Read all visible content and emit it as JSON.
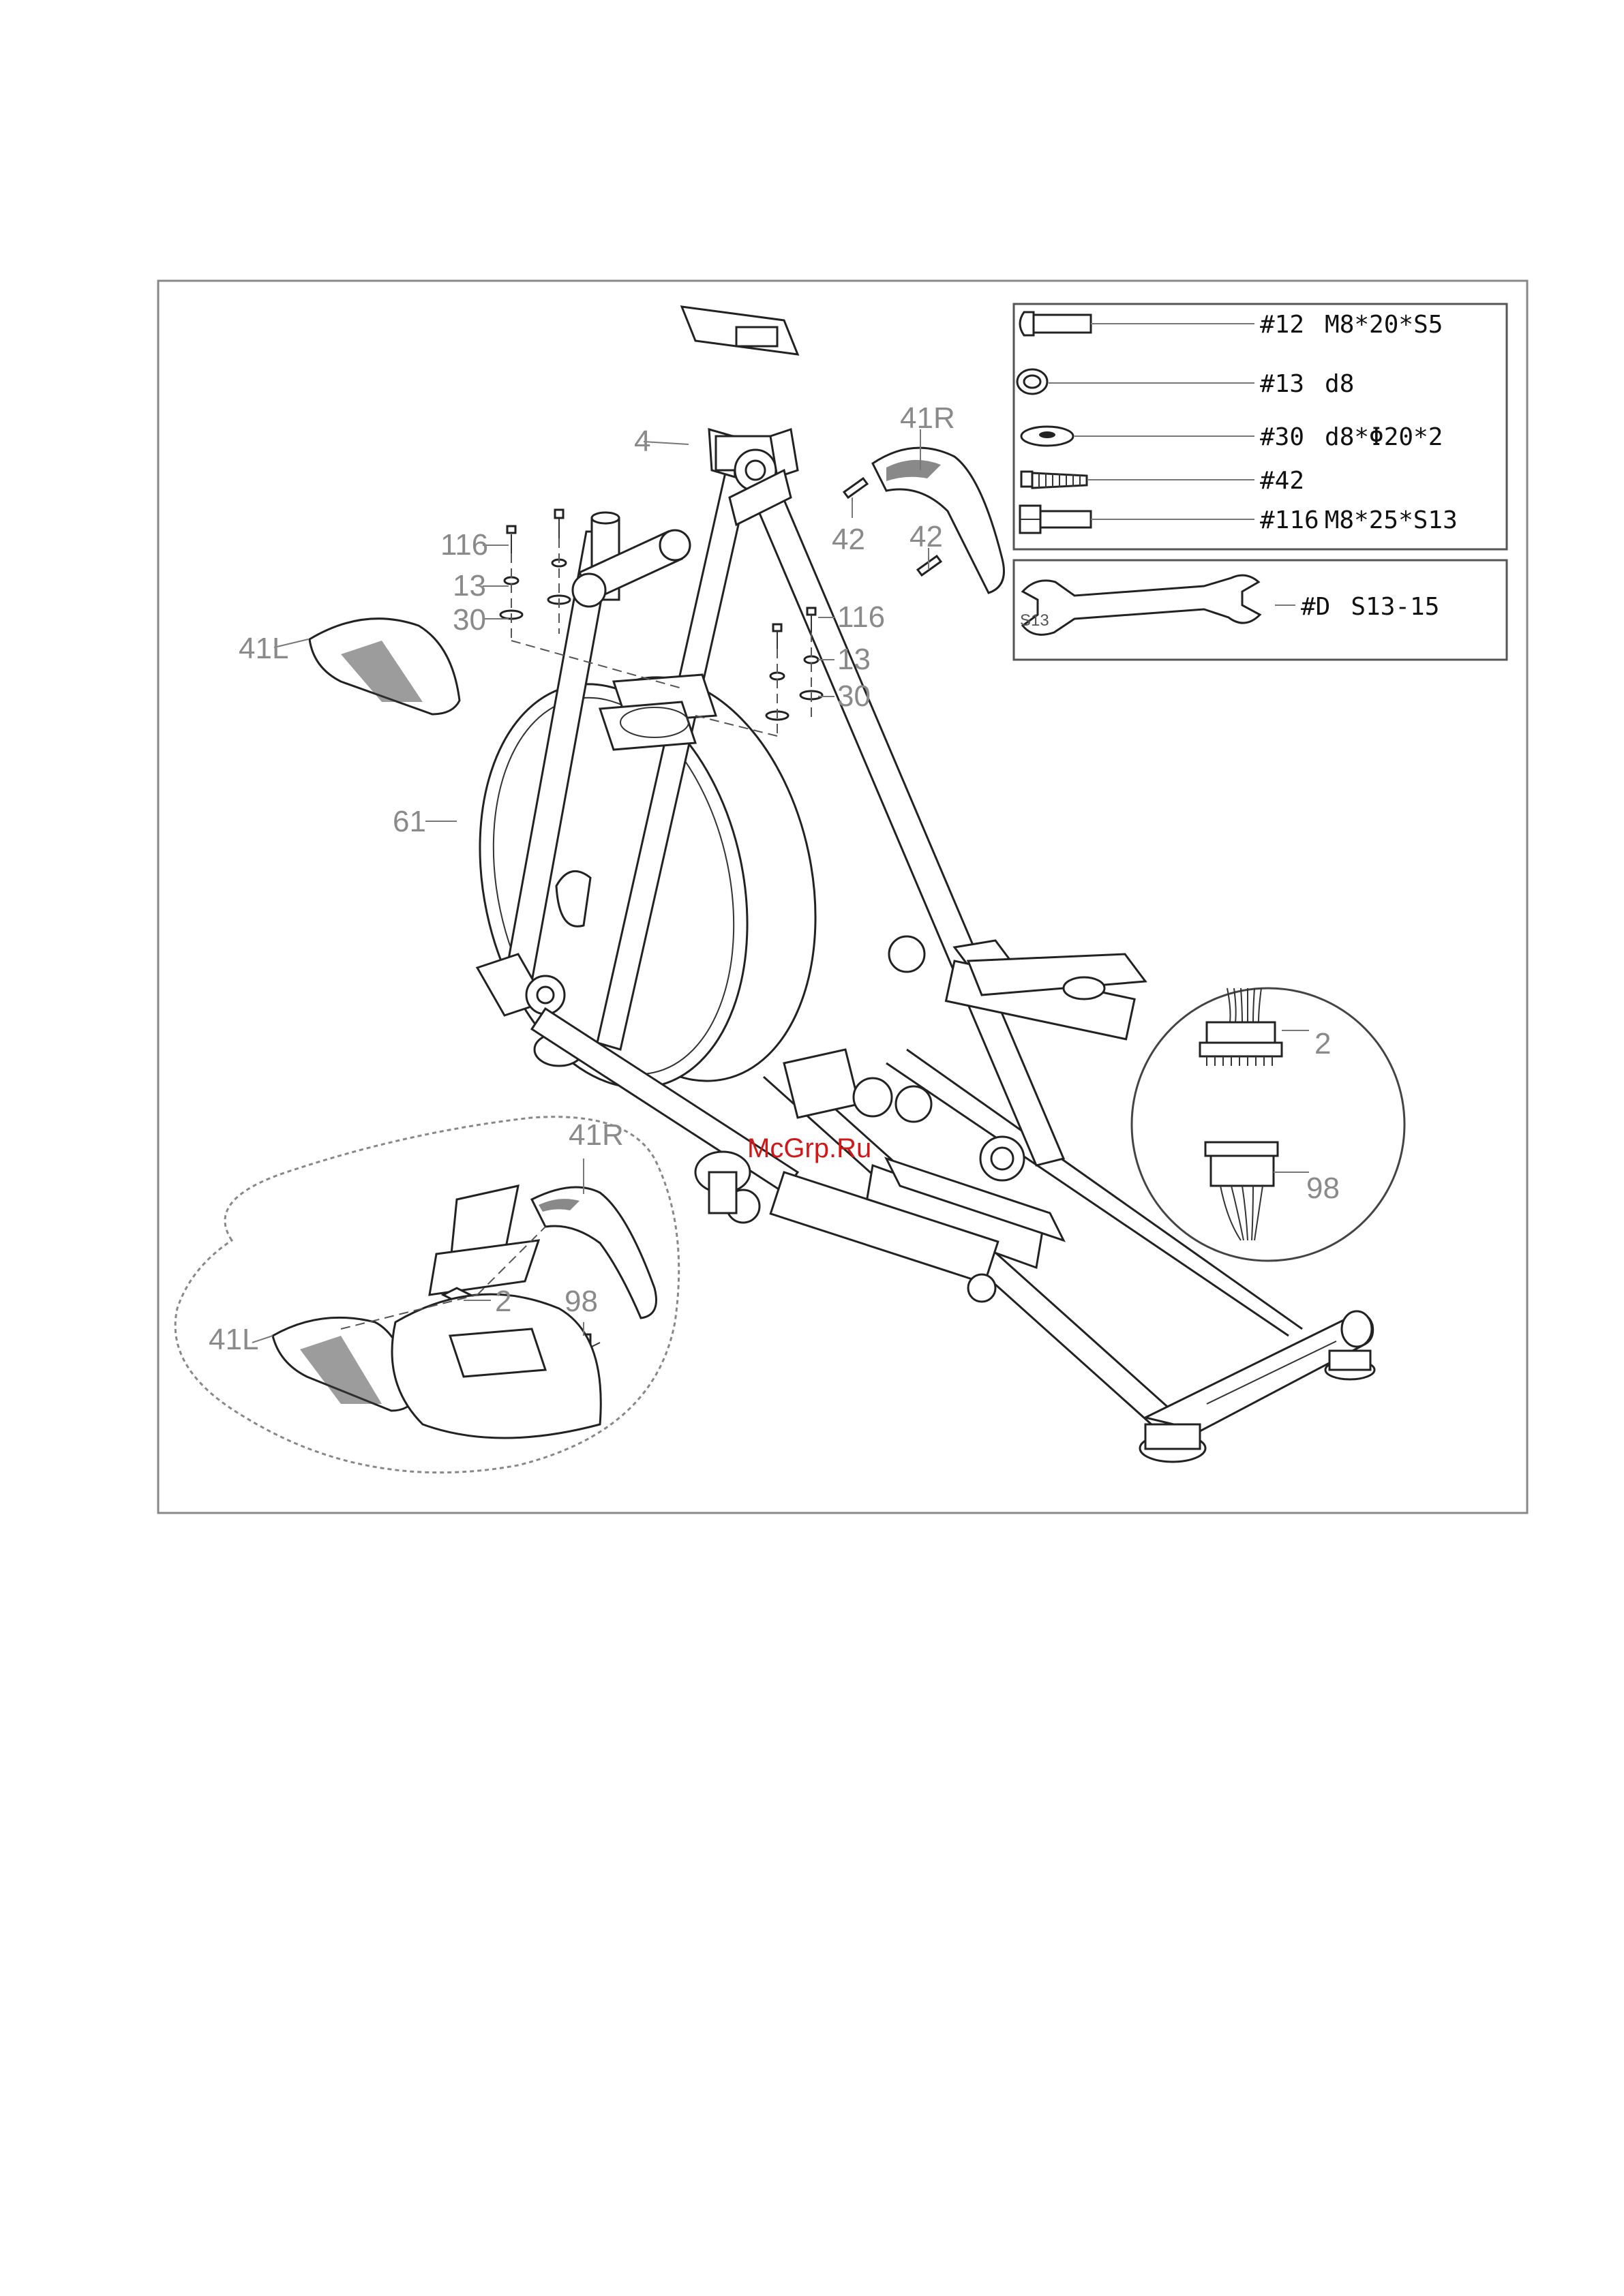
{
  "hardware_list": [
    {
      "id": "#12",
      "spec": "M8*20*S5",
      "icon": "button-head-bolt"
    },
    {
      "id": "#13",
      "spec": "d8",
      "icon": "spring-washer"
    },
    {
      "id": "#30",
      "spec": "d8*Φ20*2",
      "icon": "flat-washer"
    },
    {
      "id": "#42",
      "spec": "",
      "icon": "screw"
    },
    {
      "id": "#116",
      "spec": "M8*25*S13",
      "icon": "hex-bolt"
    }
  ],
  "tool": {
    "id": "#D",
    "spec": "S13-15",
    "stamp": "S13",
    "icon": "open-end-wrench"
  },
  "callouts": {
    "c4": "4",
    "c41R_top": "41R",
    "c42_top": "42",
    "c42_right": "42",
    "c116_left": "116",
    "c13_left": "13",
    "c30_left": "30",
    "c116_right": "116",
    "c13_right": "13",
    "c30_right": "30",
    "c41L_top": "41L",
    "c61": "61",
    "c2_detail": "2",
    "c98_detail": "98",
    "c41R_bottom": "41R",
    "c41L_bottom": "41L",
    "c2_bottom": "2",
    "c98_bottom": "98"
  },
  "watermark": "McGrp.Ru"
}
